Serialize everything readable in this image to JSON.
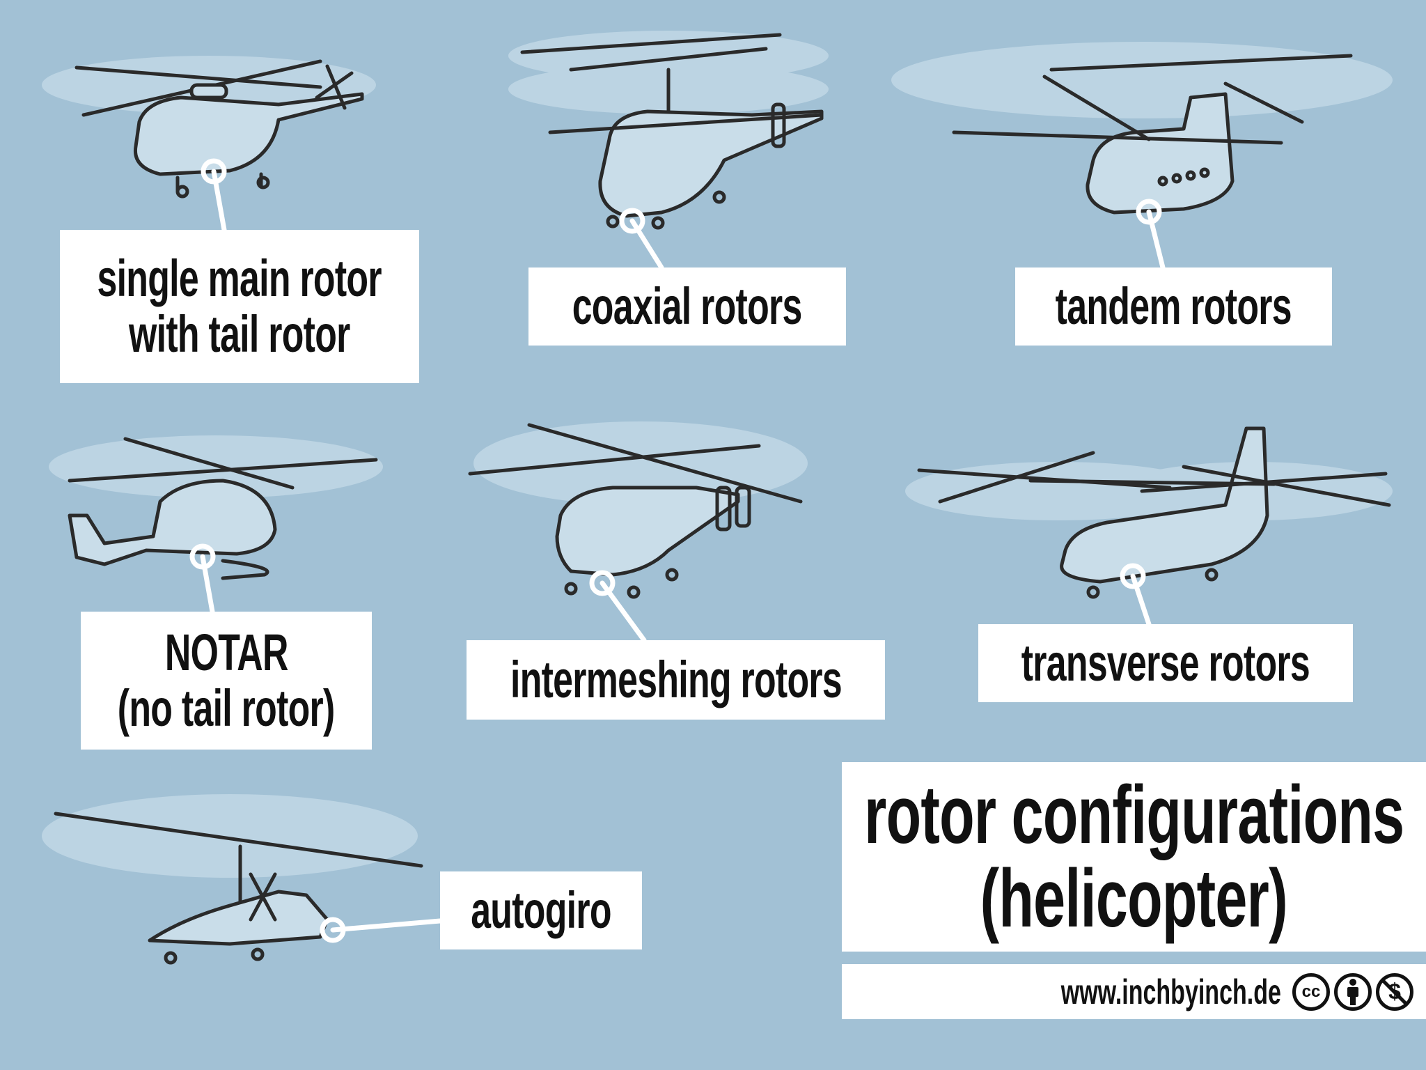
{
  "title": {
    "line1": "rotor configurations",
    "line2": "(helicopter)"
  },
  "labels": [
    {
      "id": "single-main-rotor",
      "lines": [
        "single main rotor",
        "with tail rotor"
      ]
    },
    {
      "id": "coaxial-rotors",
      "lines": [
        "coaxial rotors"
      ]
    },
    {
      "id": "tandem-rotors",
      "lines": [
        "tandem rotors"
      ]
    },
    {
      "id": "notar",
      "lines": [
        "NOTAR",
        "(no tail rotor)"
      ]
    },
    {
      "id": "intermeshing-rotors",
      "lines": [
        "intermeshing rotors"
      ]
    },
    {
      "id": "transverse-rotors",
      "lines": [
        "transverse rotors"
      ]
    },
    {
      "id": "autogiro",
      "lines": [
        "autogiro"
      ]
    }
  ],
  "footer": {
    "url": "www.inchbyinch.de",
    "license_icons": [
      "cc-icon",
      "attribution-icon",
      "noncommercial-icon"
    ],
    "cc_text": "cc",
    "nc_text": "$"
  },
  "colors": {
    "background": "#a2c1d5",
    "haze": "#bcd4e3",
    "body": "#c9dde9",
    "ink": "#2a2a2a"
  }
}
